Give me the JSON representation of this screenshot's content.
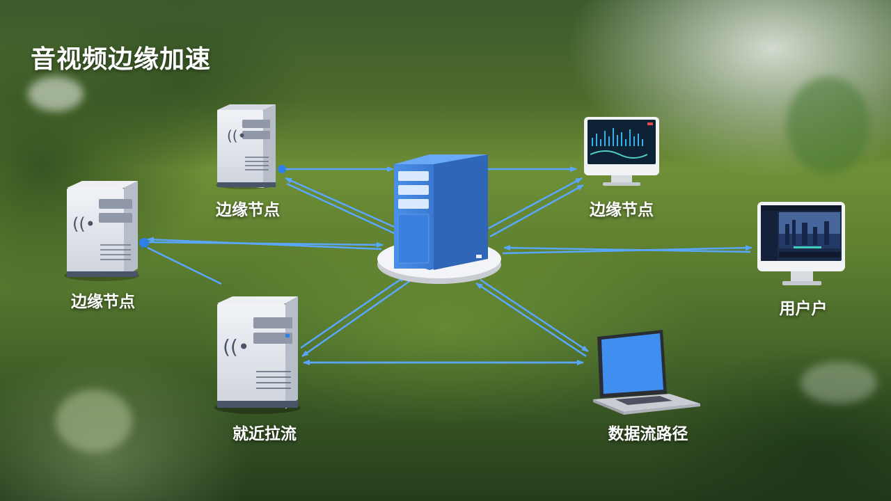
{
  "title": "音视频边缘加速",
  "labels": {
    "edge_node_top": "边缘节点",
    "edge_node_left": "边缘节点",
    "nearby_pull": "就近拉流",
    "edge_node_monitor": "边缘节点",
    "user": "用户户",
    "data_flow_path": "数据流路径"
  },
  "colors": {
    "flow_line": "#5aa7ff",
    "central_server": "#3a7fd8",
    "edge_server_body": "#e6e9ef",
    "screen_blue": "#3f8ef0"
  },
  "icons": {
    "central": "central-server-icon",
    "edge_top": "edge-server-icon",
    "edge_left": "edge-server-icon",
    "edge_bottom": "edge-server-icon",
    "monitor": "monitor-icon",
    "user_monitor": "user-monitor-icon",
    "laptop": "laptop-icon"
  }
}
